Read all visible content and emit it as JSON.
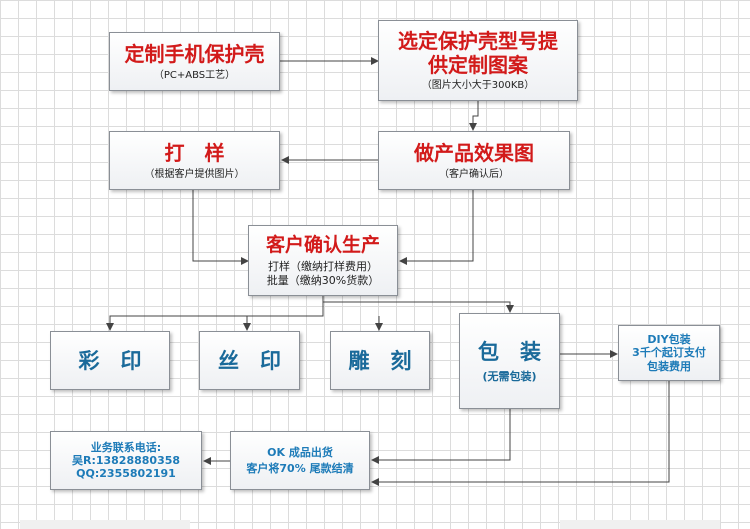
{
  "nodes": {
    "custom_case": {
      "title": "定制手机保护壳",
      "sub": "（PC+ABS工艺）"
    },
    "select_model": {
      "title_line1": "选定保护壳型号提",
      "title_line2": "供定制图案",
      "sub": "（图片大小大于300KB）"
    },
    "effect_image": {
      "title": "做产品效果图",
      "sub": "（客户确认后）"
    },
    "sample": {
      "title": "打　样",
      "sub": "（根据客户提供图片）"
    },
    "confirm_production": {
      "title": "客户确认生产",
      "line1": "打样（缴纳打样费用）",
      "line2": "批量（缴纳30%货款）"
    },
    "color_print": {
      "title": "彩　印"
    },
    "silk_print": {
      "title": "丝　印"
    },
    "engrave": {
      "title": "雕　刻"
    },
    "packaging": {
      "title": "包　装",
      "sub": "(无需包装)"
    },
    "diy_packaging": {
      "line1": "DIY包装",
      "line2": "3千个起订支付",
      "line3": "包装费用"
    },
    "ok_shipment": {
      "line1": "OK 成品出货",
      "line2": "客户将70% 尾款结清"
    },
    "contact": {
      "line1": "业务联系电话:",
      "line2": "吴R:13828880358",
      "line3": "QQ:2355802191"
    }
  }
}
